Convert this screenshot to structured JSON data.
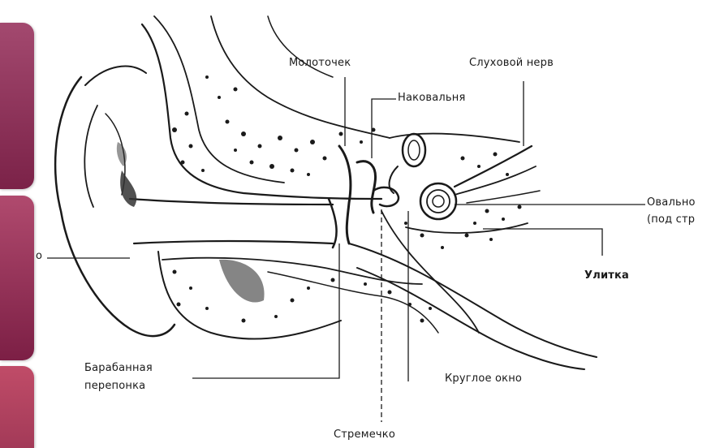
{
  "labels": {
    "hammer": "Молоточек",
    "auditory_nerve": "Слуховой нерв",
    "anvil": "Наковальня",
    "oval_window_line1": "Овально",
    "oval_window_line2": "(под стр",
    "cochlea": "Улитка",
    "eardrum_line1": "Барабанная",
    "eardrum_line2": "перепонка",
    "round_window": "Круглое окно",
    "stirrup": "Стремечко",
    "left_cut": "о"
  },
  "colors": {
    "tab_top": "#8f3459",
    "tab_middle": "#94305a",
    "tab_bottom": "#b4425f",
    "ink": "#1a1a1a",
    "background": "#ffffff"
  }
}
